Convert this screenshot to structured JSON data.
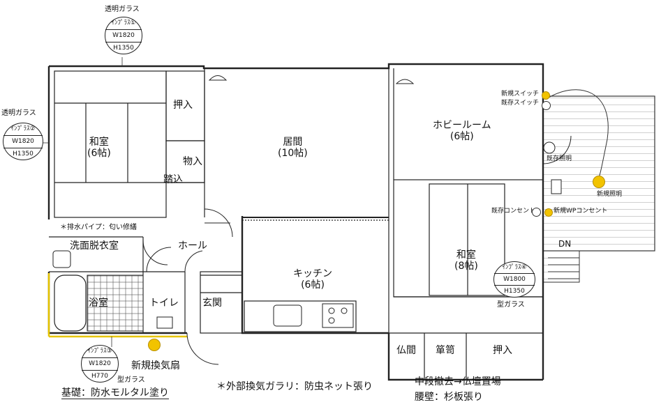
{
  "rooms": {
    "washitsu_west": {
      "name": "和室",
      "size": "(6帖)"
    },
    "oshiire_1": "押入",
    "mono_ire": "物入",
    "fumikomi": "踏込",
    "ima": {
      "name": "居間",
      "size": "(10帖)"
    },
    "hobby": {
      "name": "ホビールーム",
      "size": "(6帖)"
    },
    "washitsu_east": {
      "name": "和室",
      "size": "(8帖)"
    },
    "senmen": "洗面脱衣室",
    "hall": "ホール",
    "kitchen": {
      "name": "キッチン",
      "size": "(6帖)"
    },
    "yokushitsu": "浴室",
    "toilet": "トイレ",
    "genkan": "玄関",
    "butsuma": "仏間",
    "tansu": "箪笥",
    "oshiire_2": "押入"
  },
  "windows": {
    "top": {
      "title": "透明ガラス",
      "code": "ｲﾝﾌﾟﾗｽ①",
      "w": "W1820",
      "h": "H1350"
    },
    "left": {
      "title": "透明ガラス",
      "code": "ｲﾝﾌﾟﾗｽ②",
      "w": "W1820",
      "h": "H1350"
    },
    "bottom": {
      "code": "ｲﾝﾌﾟﾗｽ③",
      "w": "W1820",
      "h": "H770",
      "note": "型ガラス"
    },
    "right": {
      "code": "ｲﾝﾌﾟﾗｽ④",
      "w": "W1800",
      "h": "H1350",
      "note": "型ガラス"
    }
  },
  "annotations": {
    "drain_pipe": "＊排水パイプ：匂い修繕",
    "new_switch": "新規スイッチ",
    "old_switch": "既存スイッチ",
    "old_light": "既存照明",
    "new_light": "新規照明",
    "old_outlet": "既存コンセント",
    "new_wp_outlet": "新規WPコンセント",
    "dn": "DN",
    "new_fan": "新規換気扇",
    "foundation": "基礎：防水モルタル塗り",
    "vent_note": "＊外部換気ガラリ：防虫ネット張り",
    "shelf_note": "中段撤去→仏壇置場",
    "wainscot": "腰壁：杉板張り"
  }
}
